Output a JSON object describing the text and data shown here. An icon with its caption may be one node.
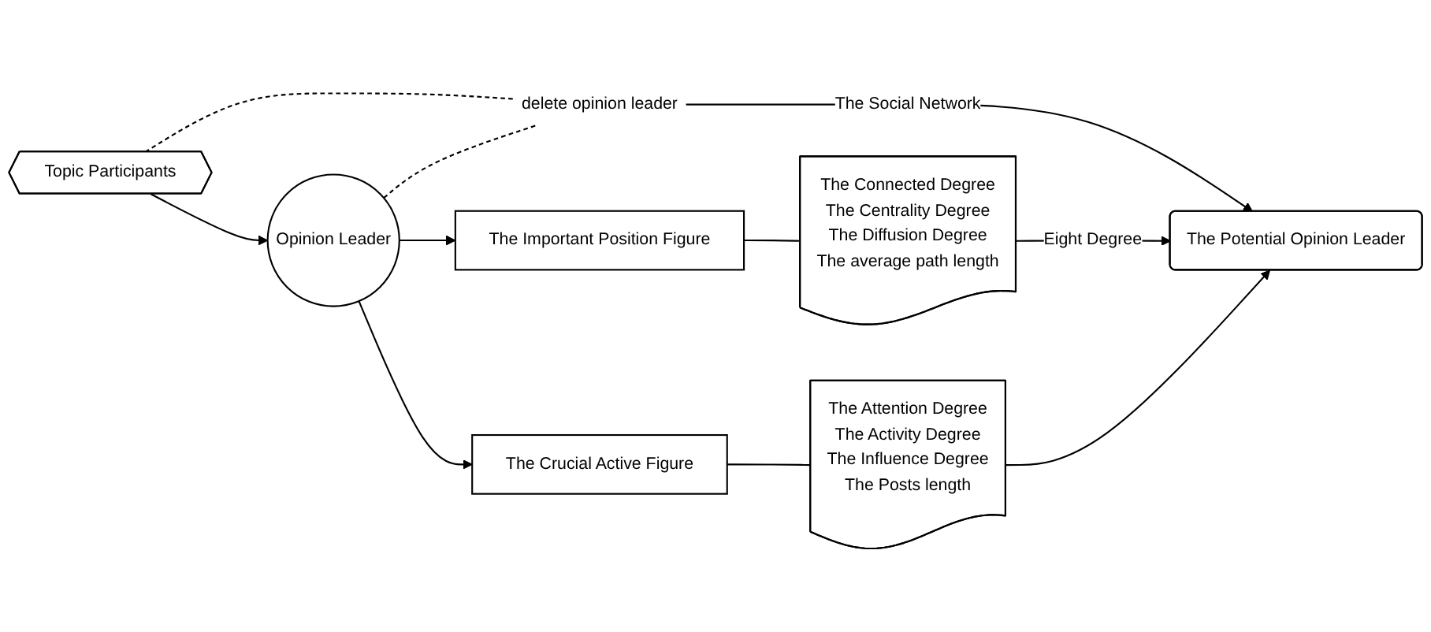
{
  "diagram": {
    "nodes": [
      {
        "text": [
          "Topic Participants"
        ]
      },
      {
        "text": [
          "Opinion Leader"
        ]
      },
      {
        "text": [
          "The Important Position Figure"
        ]
      },
      {
        "text": [
          "The Crucial Active Figure"
        ]
      },
      {
        "text": [
          "The Connected Degree",
          "The Centrality Degree",
          "The Diffusion Degree",
          "The average path length"
        ]
      },
      {
        "text": [
          "The Attention Degree",
          "The Activity Degree",
          "The Influence Degree",
          "The Posts length"
        ]
      },
      {
        "text": [
          "delete opinion leader"
        ]
      },
      {
        "text": [
          "The Potential Opinion Leader"
        ]
      }
    ],
    "edges": [
      {
        "from": 0,
        "to": 1,
        "arrow": "to"
      },
      {
        "from": 1,
        "to": 2,
        "arrow": "to"
      },
      {
        "from": 1,
        "to": 3,
        "arrow": "to"
      },
      {
        "from": 2,
        "to": 4,
        "arrow": "none"
      },
      {
        "from": 3,
        "to": 5,
        "arrow": "none"
      },
      {
        "from": 0,
        "to": 6,
        "arrow": "none",
        "style": "dashed"
      },
      {
        "from": 1,
        "to": 6,
        "arrow": "none",
        "style": "dashed"
      },
      {
        "from": 6,
        "to": 7,
        "arrow": "to",
        "label": "The Social Network"
      },
      {
        "from": 4,
        "to": 7,
        "arrow": "to",
        "label": "Eight Degree"
      },
      {
        "from": 5,
        "to": 7,
        "arrow": "to"
      }
    ]
  }
}
